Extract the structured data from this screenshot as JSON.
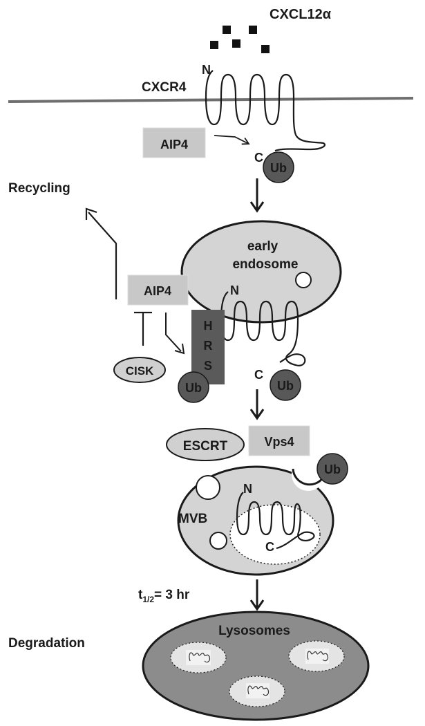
{
  "labels": {
    "ligand": "CXCL12α",
    "receptor": "CXCR4",
    "n_terminus": "N",
    "c_terminus": "C",
    "ubiquitin": "Ub",
    "aip4": "AIP4",
    "recycling": "Recycling",
    "early_endosome_line1": "early",
    "early_endosome_line2": "endosome",
    "hrs_letters": [
      "H",
      "R",
      "S"
    ],
    "cisk": "CISK",
    "escrt": "ESCRT",
    "vps4": "Vps4",
    "mvb": "MVB",
    "half_life_t": "t",
    "half_life_sub": "1/2",
    "half_life_value": "= 3 hr",
    "degradation": "Degradation",
    "lysosomes": "Lysosomes"
  },
  "colors": {
    "membrane": "#6e6e6e",
    "light_fill": "#d4d4d4",
    "box_fill": "#c8c8c8",
    "ub_fill": "#585858",
    "hrs_fill": "#5a5a5a",
    "lysosome_fill": "#8c8c8c",
    "stroke": "#1a1a1a"
  }
}
